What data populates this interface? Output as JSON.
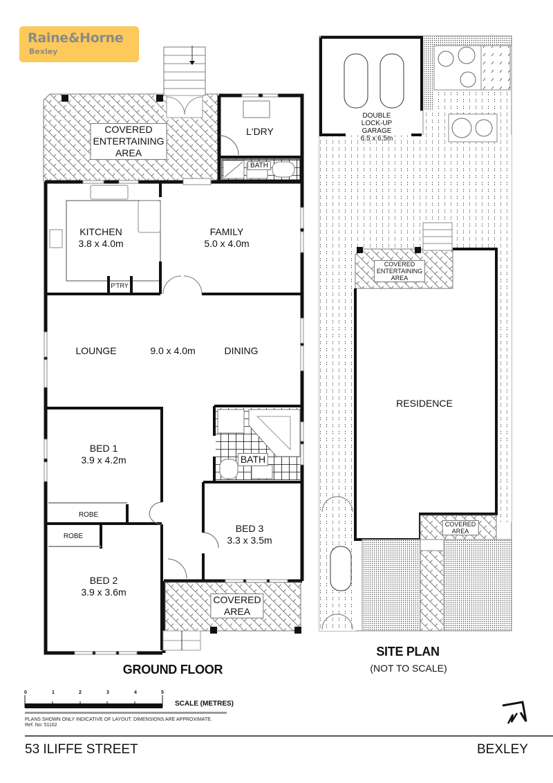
{
  "logo": {
    "brand": "Raine&Horne",
    "office": "Bexley",
    "color": "#fcc95a",
    "text_color": "#8a8a8a"
  },
  "ground_floor": {
    "title": "GROUND FLOOR",
    "rooms": [
      {
        "id": "covered-entertaining",
        "name": "COVERED ENTERTAINING AREA",
        "lines": [
          "COVERED",
          "ENTERTAINING",
          "AREA"
        ]
      },
      {
        "id": "laundry",
        "name": "L'DRY"
      },
      {
        "id": "bath-small",
        "name": "BATH"
      },
      {
        "id": "kitchen",
        "name": "KITCHEN",
        "size": "3.8 x 4.0m"
      },
      {
        "id": "family",
        "name": "FAMILY",
        "size": "5.0 x 4.0m"
      },
      {
        "id": "pantry",
        "name": "P'TRY"
      },
      {
        "id": "lounge",
        "name": "LOUNGE"
      },
      {
        "id": "lounge-dining-size",
        "size": "9.0 x 4.0m"
      },
      {
        "id": "dining",
        "name": "DINING"
      },
      {
        "id": "bed1",
        "name": "BED 1",
        "size": "3.9 x 4.2m"
      },
      {
        "id": "robe1",
        "name": "ROBE"
      },
      {
        "id": "robe2",
        "name": "ROBE"
      },
      {
        "id": "bed2",
        "name": "BED 2",
        "size": "3.9 x 3.6m"
      },
      {
        "id": "bath-main",
        "name": "BATH"
      },
      {
        "id": "bed3",
        "name": "BED 3",
        "size": "3.3 x 3.5m"
      },
      {
        "id": "covered-front",
        "name": "COVERED AREA",
        "lines": [
          "COVERED",
          "AREA"
        ]
      }
    ]
  },
  "site_plan": {
    "title": "SITE PLAN",
    "subtitle": "(NOT TO SCALE)",
    "labels": {
      "garage": [
        "DOUBLE",
        "LOCK-UP",
        "GARAGE",
        "6.5 x 6.5m"
      ],
      "entertaining": [
        "COVERED",
        "ENTERTAINING",
        "AREA"
      ],
      "residence": "RESIDENCE",
      "covered_area": [
        "COVERED",
        "AREA"
      ]
    }
  },
  "scale": {
    "ticks": [
      "0",
      "1",
      "2",
      "3",
      "4",
      "5"
    ],
    "label": "SCALE (METRES)"
  },
  "disclaimer": {
    "line1": "PLANS SHOWN ONLY INDICATIVE OF LAYOUT.  DIMENSIONS ARE APPROXIMATE.",
    "ref": "Ref. No: 51102"
  },
  "footer": {
    "address": "53 ILIFFE STREET",
    "suburb": "BEXLEY"
  },
  "compass": {
    "icon": "north-arrow-icon",
    "letter": "N"
  }
}
